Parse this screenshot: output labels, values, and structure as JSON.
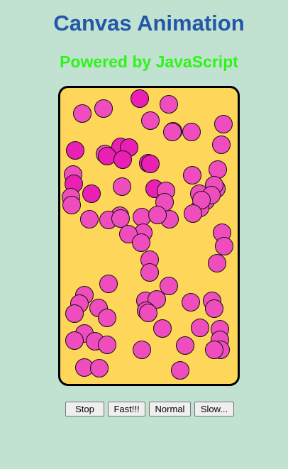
{
  "header": {
    "title": "Canvas Animation",
    "subtitle": "Powered by JavaScript"
  },
  "canvas": {
    "background": "#fed65a",
    "ball_color": "#ef4dbd",
    "ball_color_dark": "#ea20b4",
    "ball_outline": "#111111"
  },
  "controls": {
    "stop_label": "Stop",
    "fast_label": "Fast!!!",
    "normal_label": "Normal",
    "slow_label": "Slow..."
  }
}
